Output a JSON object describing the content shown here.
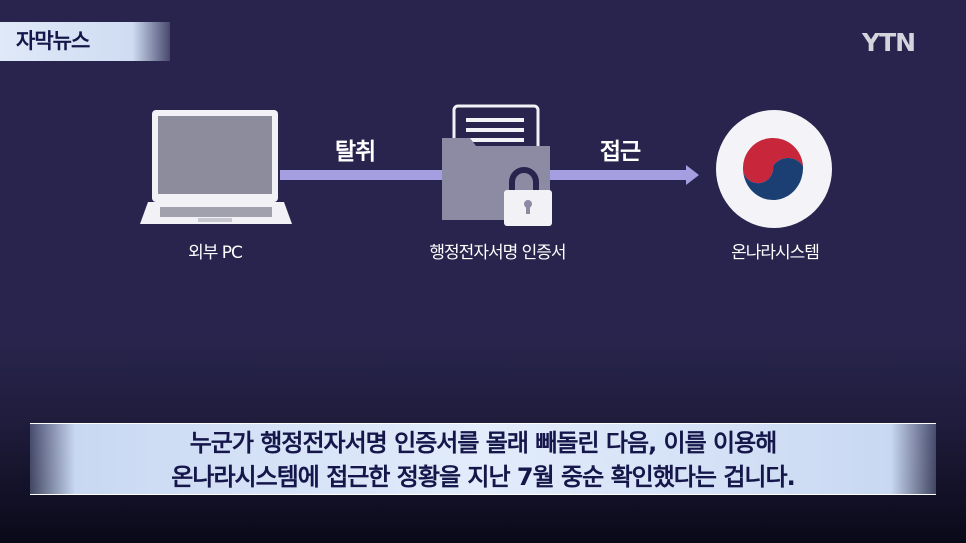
{
  "header": {
    "tag": "자막뉴스",
    "logo": "YTN"
  },
  "diagram": {
    "nodes": [
      {
        "label": "외부 PC",
        "icon": "laptop-icon"
      },
      {
        "label": "행정전자서명 인증서",
        "icon": "locked-folder-icon"
      },
      {
        "label": "온나라시스템",
        "icon": "government-emblem-icon"
      }
    ],
    "edges": [
      {
        "label": "탈취"
      },
      {
        "label": "접근"
      }
    ],
    "arrow_color": "#a59ee0"
  },
  "subtitle": {
    "line1": "누군가 행정전자서명 인증서를 몰래 빼돌린 다음, 이를 이용해",
    "line2": "온나라시스템에 접근한 정황을 지난 7월 중순 확인했다는 겁니다."
  }
}
